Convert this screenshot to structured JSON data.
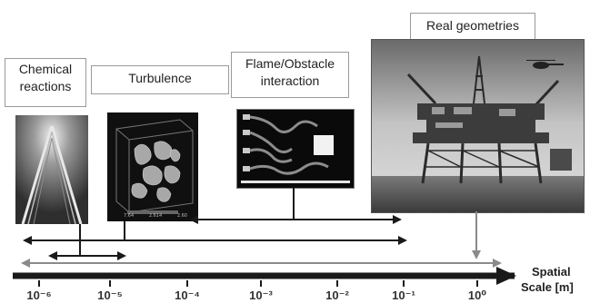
{
  "labels": {
    "chemical": "Chemical\nreactions",
    "turbulence": "Turbulence",
    "flame": "Flame/Obstacle\ninteraction",
    "real": "Real geometries"
  },
  "axis": {
    "title_line1": "Spatial",
    "title_line2": "Scale [m]",
    "ticks": [
      "10⁻⁶",
      "10⁻⁵",
      "10⁻⁴",
      "10⁻³",
      "10⁻²",
      "10⁻¹",
      "10⁰"
    ]
  },
  "turbulence_colorbar": [
    "7.64",
    "2.614",
    "2.60"
  ],
  "colors": {
    "arrow": "#1a1a1a",
    "gray_arrow": "#8a8a8a",
    "box_border": "#9a9a9a"
  }
}
